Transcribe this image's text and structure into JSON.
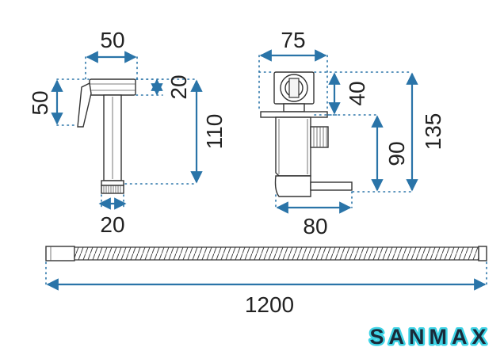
{
  "dimensions": {
    "spray_width": "50",
    "spray_height": "50",
    "spray_head": "20",
    "spray_length": "110",
    "spray_thread": "20",
    "valve_width": "75",
    "valve_top": "40",
    "valve_outlet": "90",
    "valve_height": "135",
    "valve_depth": "80",
    "hose_length": "1200"
  },
  "brand": {
    "name": "SANMAX",
    "text_color": "#1a2a3a",
    "outline_color": "#3fd4e6"
  },
  "colors": {
    "dimension_line": "#2a74a8",
    "part_outline": "#333333",
    "background": "#ffffff"
  }
}
